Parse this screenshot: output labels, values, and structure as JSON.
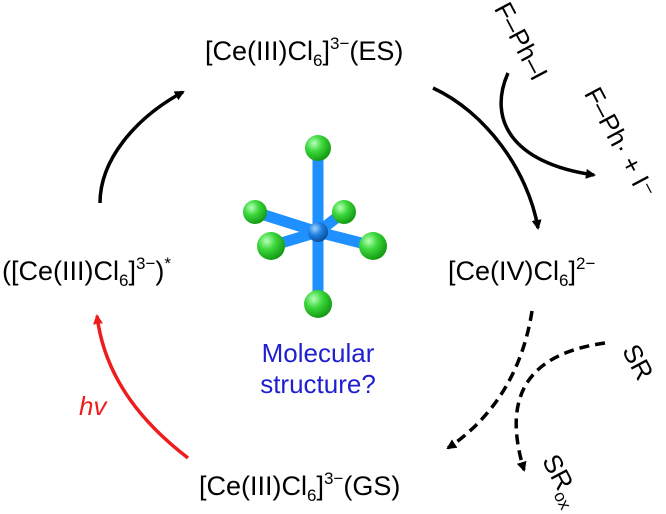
{
  "species": {
    "es": {
      "prefix": "[Ce(III)Cl",
      "sub": "6",
      "close": "]",
      "sup": "3−",
      "suffix": "(ES)"
    },
    "ceiv": {
      "prefix": "[Ce(IV)Cl",
      "sub": "6",
      "close": "]",
      "sup": "2−",
      "suffix": ""
    },
    "gs": {
      "prefix": "[Ce(III)Cl",
      "sub": "6",
      "close": "]",
      "sup": "3−",
      "suffix": "(GS)"
    },
    "excited": {
      "prefix": "([Ce(III)Cl",
      "sub": "6",
      "close": "]",
      "sup": "3−",
      "suffix": ")",
      "star": "*"
    }
  },
  "reagents": {
    "fphi": "F–Ph–I",
    "products": "F–Ph· + I⁻",
    "sr": "SR",
    "srox": {
      "main": "SR",
      "sub": "ox"
    }
  },
  "center_label": {
    "line1": "Molecular",
    "line2": "structure?"
  },
  "light_label": "hv",
  "colors": {
    "cl_atom": "#33d633",
    "ce_atom": "#1e7fe0",
    "bond": "#1e90ff",
    "light_arrow": "#ee1c1c",
    "question_text": "#1f1fd0"
  }
}
